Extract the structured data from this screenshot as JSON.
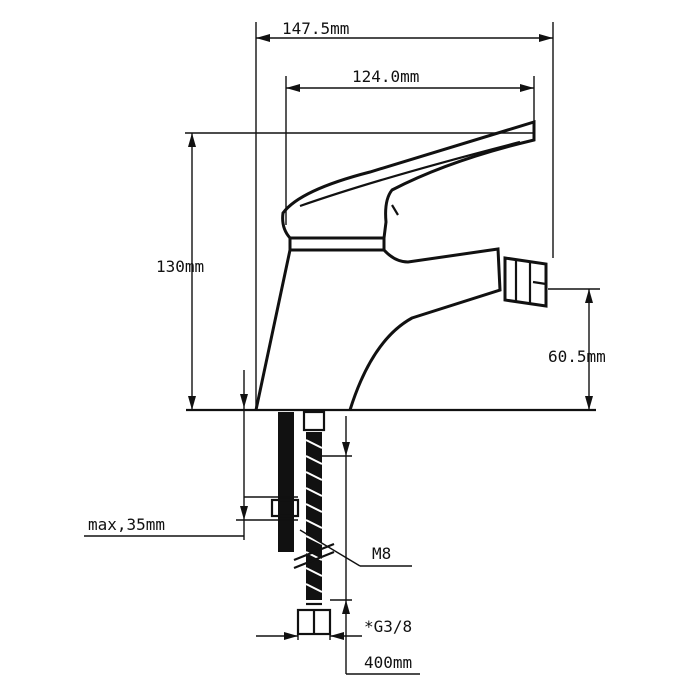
{
  "dimensions": {
    "overall_width": "147.5mm",
    "spout_reach": "124.0mm",
    "height": "130mm",
    "outlet_height": "60.5mm",
    "max_thickness": "max,35mm",
    "thread_m8": "M8",
    "connection": "*G3/8",
    "hose_length": "400mm"
  },
  "colors": {
    "line": "#111111",
    "background": "#ffffff"
  }
}
